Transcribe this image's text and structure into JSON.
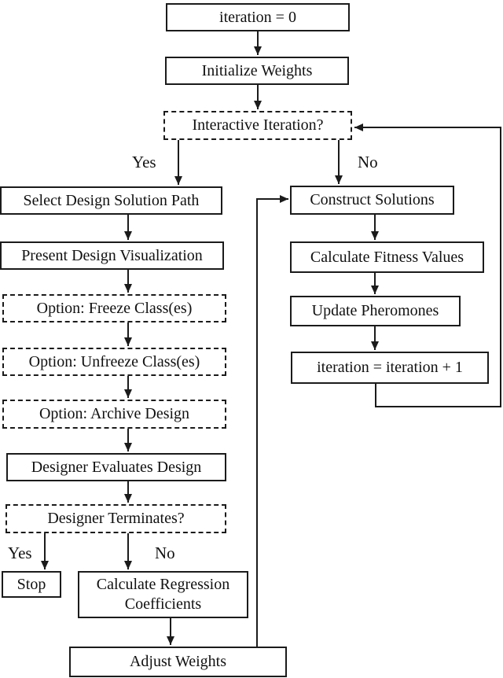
{
  "flowchart": {
    "nodes": {
      "iteration_zero": "iteration = 0",
      "initialize_weights": "Initialize Weights",
      "interactive_iteration": "Interactive Iteration?",
      "select_design_solution_path": "Select Design Solution Path",
      "present_design_visualization": "Present Design Visualization",
      "option_freeze": "Option: Freeze Class(es)",
      "option_unfreeze": "Option: Unfreeze Class(es)",
      "option_archive": "Option: Archive Design",
      "designer_evaluates": "Designer Evaluates Design",
      "designer_terminates": "Designer Terminates?",
      "stop": "Stop",
      "calculate_regression": "Calculate Regression Coefficients",
      "adjust_weights": "Adjust Weights",
      "construct_solutions": "Construct Solutions",
      "calculate_fitness": "Calculate Fitness Values",
      "update_pheromones": "Update Pheromones",
      "iteration_increment": "iteration = iteration + 1"
    },
    "branch_labels": {
      "interactive_yes": "Yes",
      "interactive_no": "No",
      "terminates_yes": "Yes",
      "terminates_no": "No"
    },
    "edges": [
      {
        "from": "iteration_zero",
        "to": "initialize_weights"
      },
      {
        "from": "initialize_weights",
        "to": "interactive_iteration"
      },
      {
        "from": "interactive_iteration",
        "to": "select_design_solution_path",
        "label": "Yes"
      },
      {
        "from": "interactive_iteration",
        "to": "construct_solutions",
        "label": "No"
      },
      {
        "from": "select_design_solution_path",
        "to": "present_design_visualization"
      },
      {
        "from": "present_design_visualization",
        "to": "option_freeze"
      },
      {
        "from": "option_freeze",
        "to": "option_unfreeze"
      },
      {
        "from": "option_unfreeze",
        "to": "option_archive"
      },
      {
        "from": "option_archive",
        "to": "designer_evaluates"
      },
      {
        "from": "designer_evaluates",
        "to": "designer_terminates"
      },
      {
        "from": "designer_terminates",
        "to": "stop",
        "label": "Yes"
      },
      {
        "from": "designer_terminates",
        "to": "calculate_regression",
        "label": "No"
      },
      {
        "from": "calculate_regression",
        "to": "adjust_weights"
      },
      {
        "from": "adjust_weights",
        "to": "construct_solutions"
      },
      {
        "from": "construct_solutions",
        "to": "calculate_fitness"
      },
      {
        "from": "calculate_fitness",
        "to": "update_pheromones"
      },
      {
        "from": "update_pheromones",
        "to": "iteration_increment"
      },
      {
        "from": "iteration_increment",
        "to": "interactive_iteration"
      }
    ],
    "colors": {
      "line": "#1b1b1b",
      "background": "#ffffff"
    }
  }
}
